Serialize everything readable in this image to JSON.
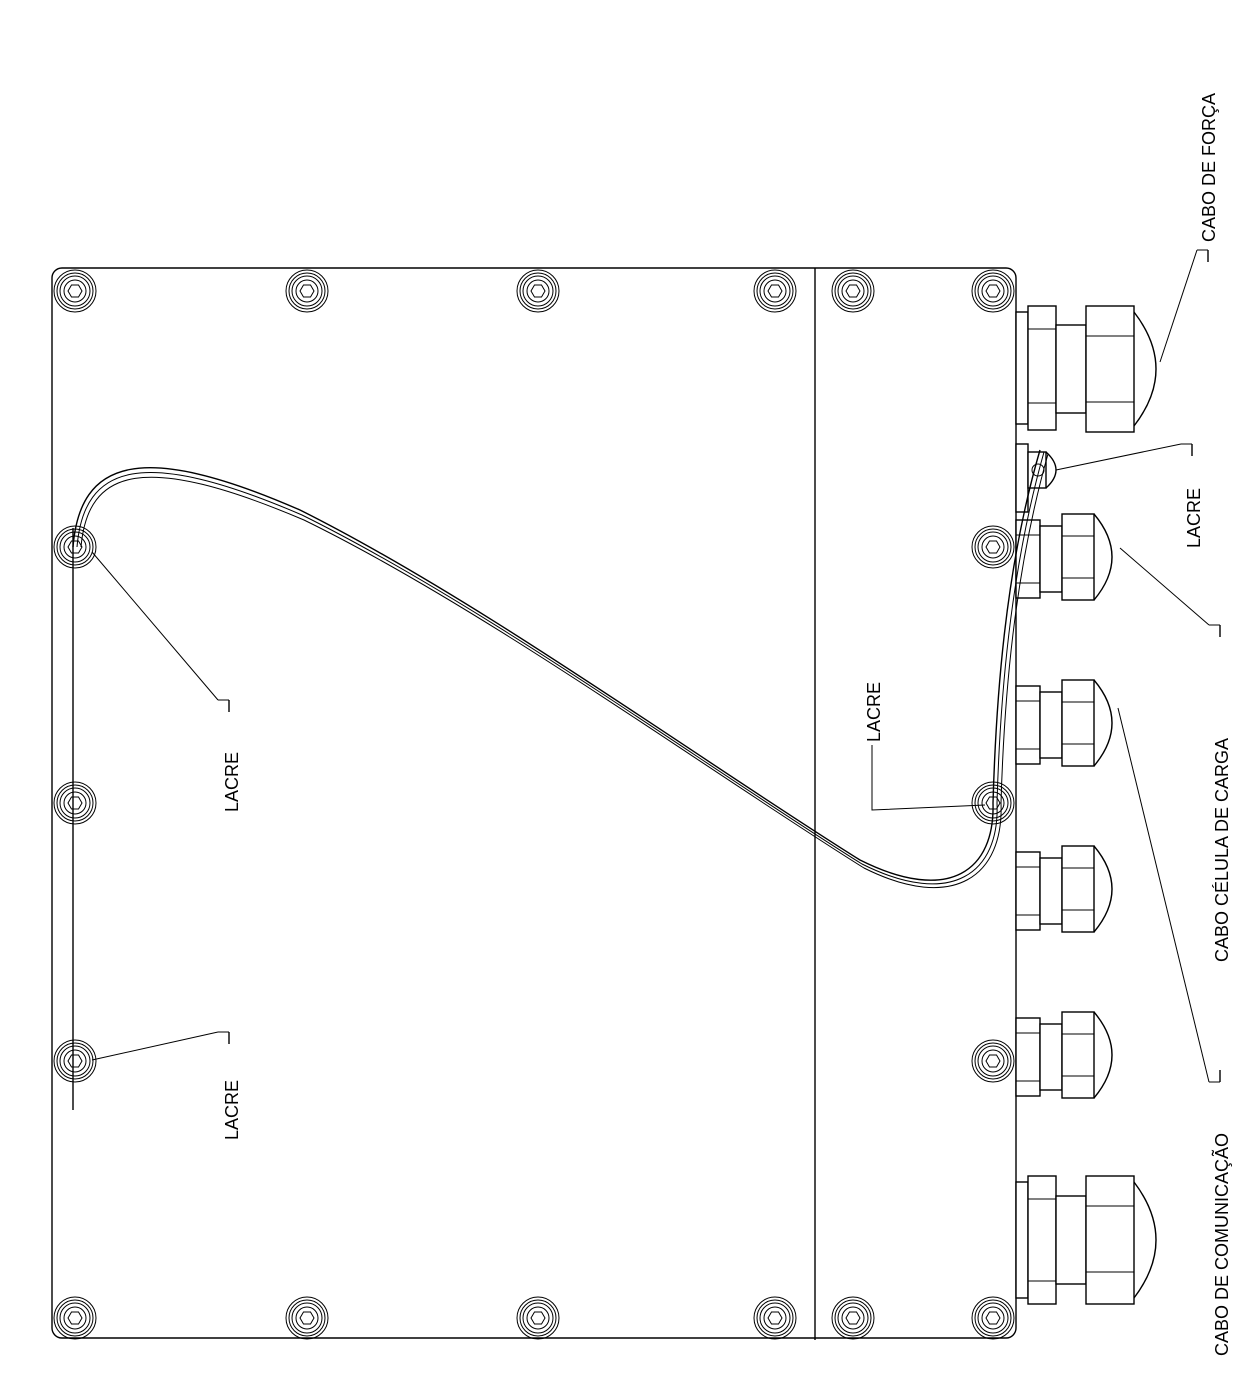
{
  "labels": {
    "lacre_1": "LACRE",
    "lacre_2": "LACRE",
    "lacre_3": "LACRE",
    "lacre_4": "LACRE",
    "cabo_forca": "CABO DE FORÇA",
    "cabo_celula": "CABO CÉLULA DE CARGA",
    "cabo_comunicacao": "CABO DE COMUNICAÇÃO"
  }
}
